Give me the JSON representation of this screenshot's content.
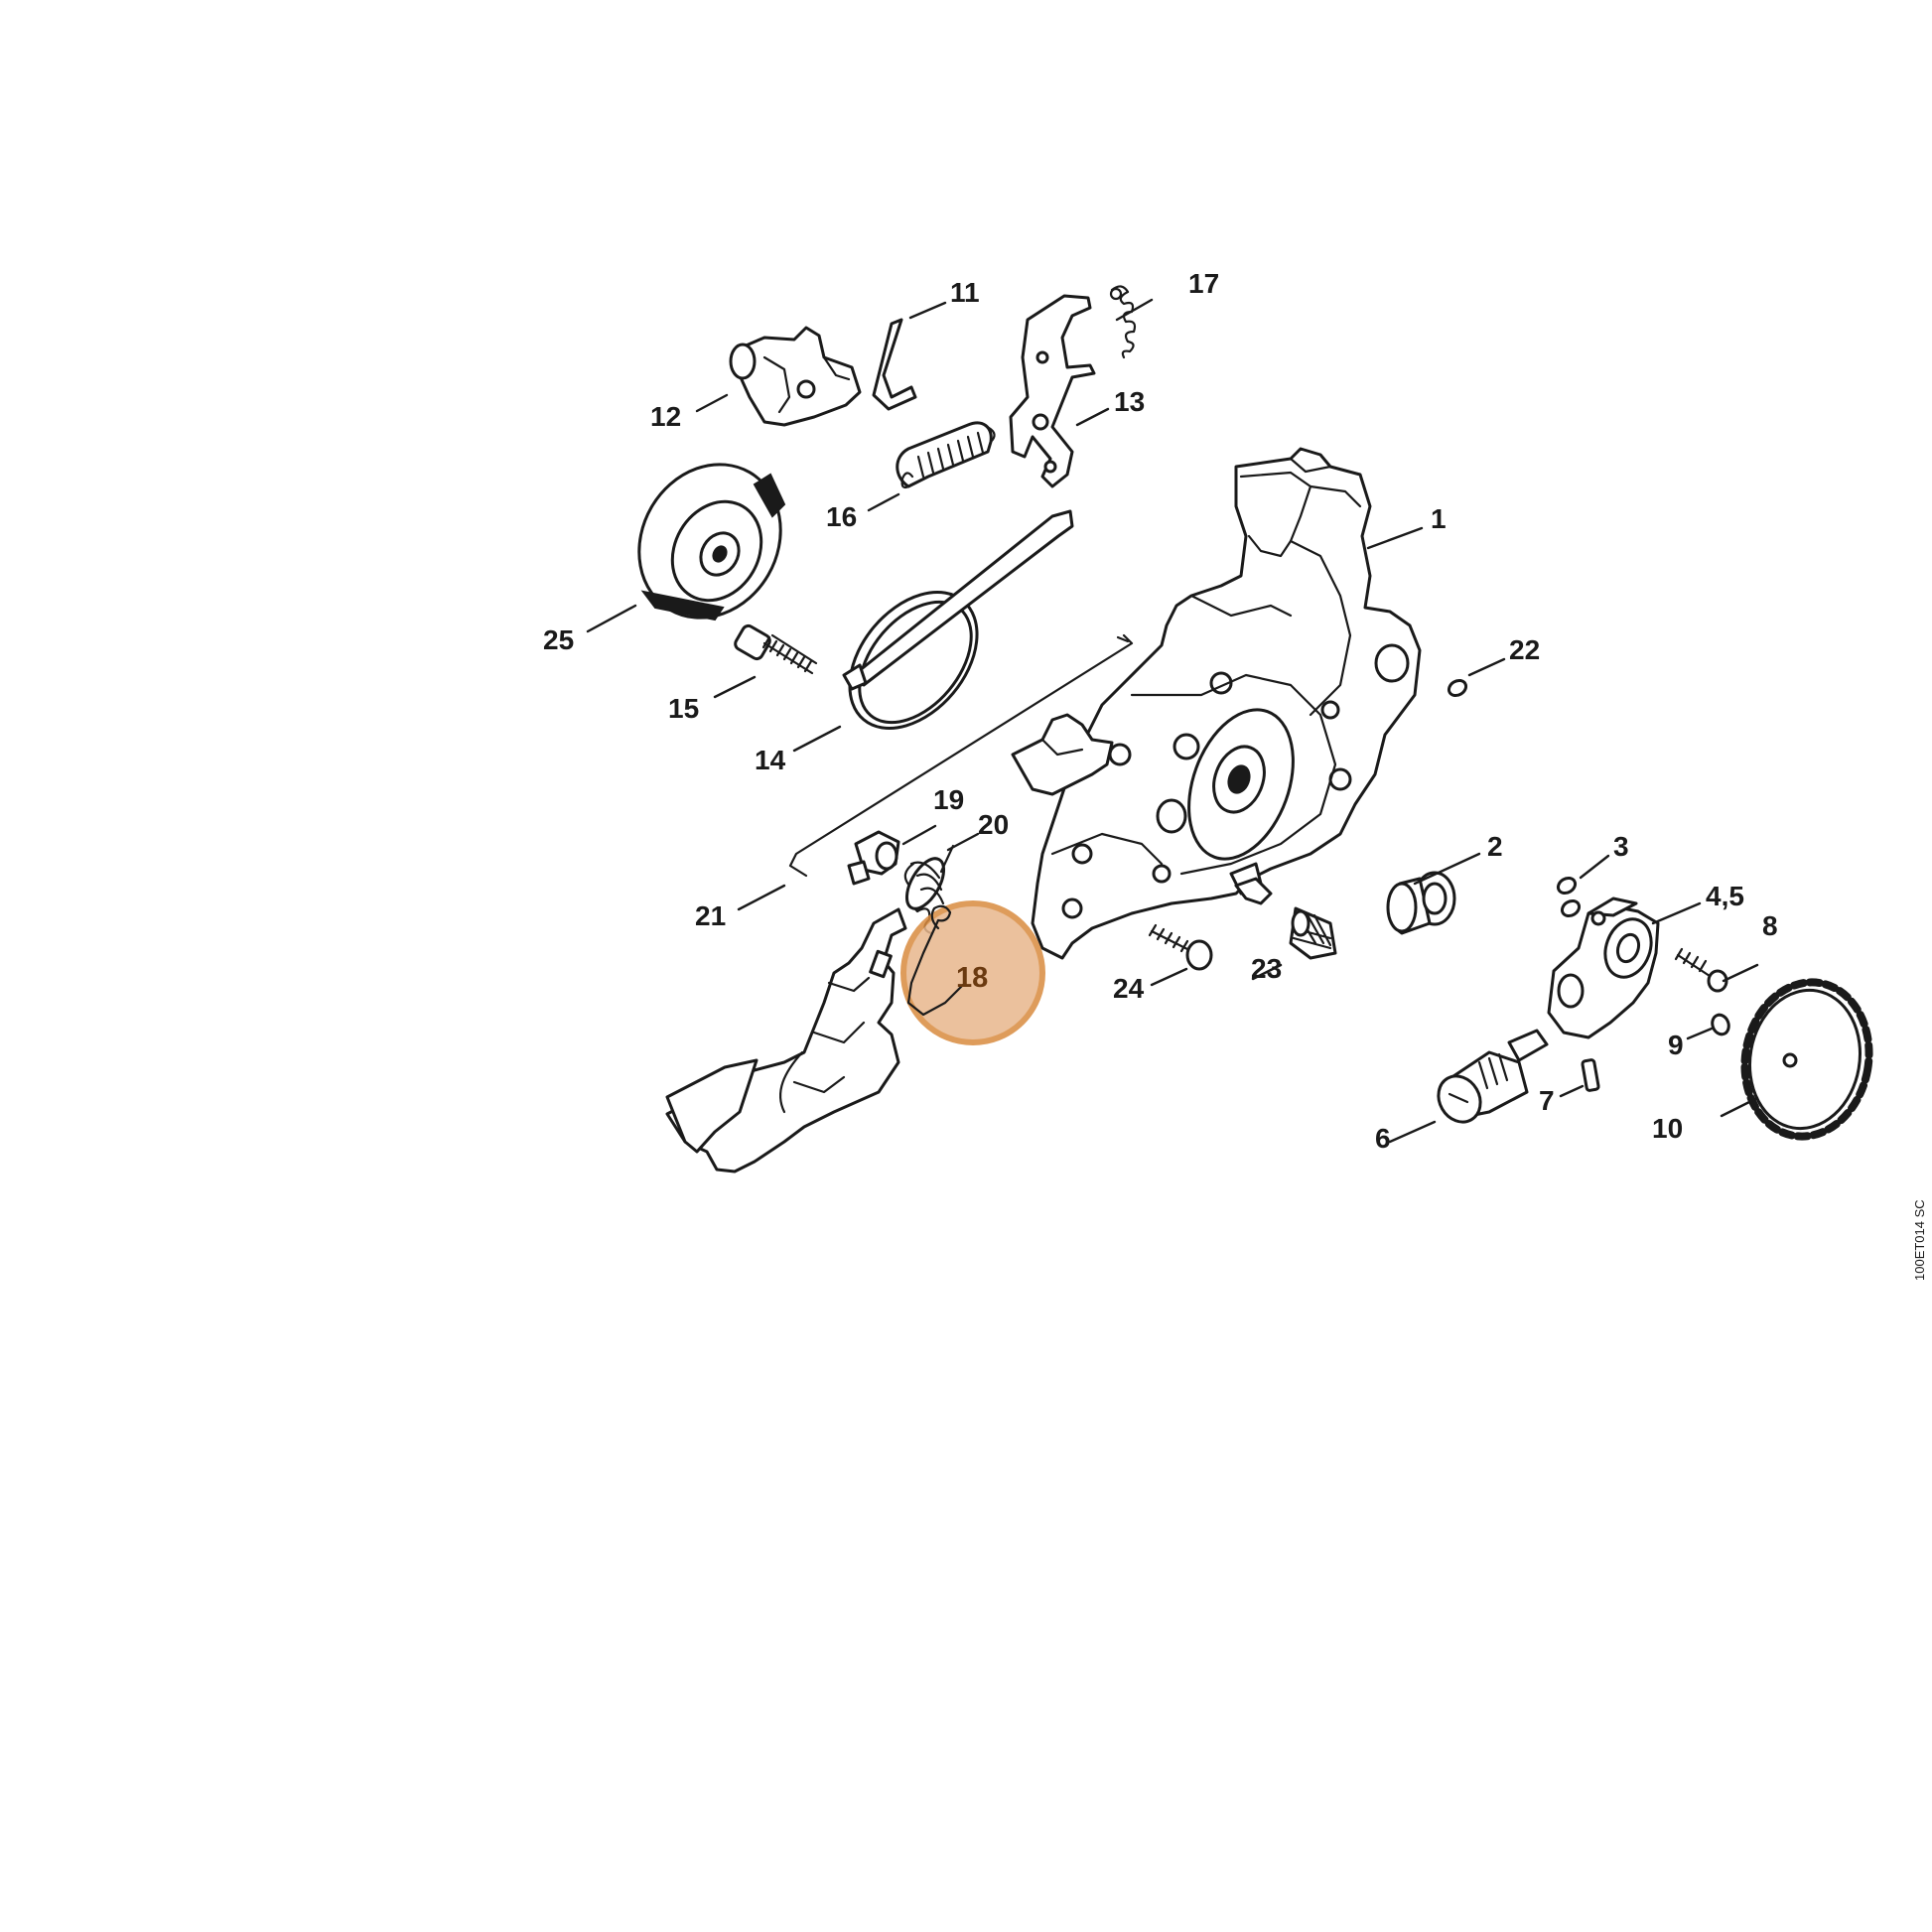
{
  "drawing_code": "100ET014 SC",
  "highlight": {
    "part": "18",
    "color": "#d98b3f",
    "fill": "#e8b78c"
  },
  "callouts": {
    "p1": "1",
    "p2": "2",
    "p3": "3",
    "p45": "4,5",
    "p6": "6",
    "p7": "7",
    "p8": "8",
    "p9": "9",
    "p10": "10",
    "p11": "11",
    "p12": "12",
    "p13": "13",
    "p14": "14",
    "p15": "15",
    "p16": "16",
    "p17": "17",
    "p18": "18",
    "p19": "19",
    "p20": "20",
    "p21": "21",
    "p22": "22",
    "p23": "23",
    "p24": "24",
    "p25": "25"
  }
}
